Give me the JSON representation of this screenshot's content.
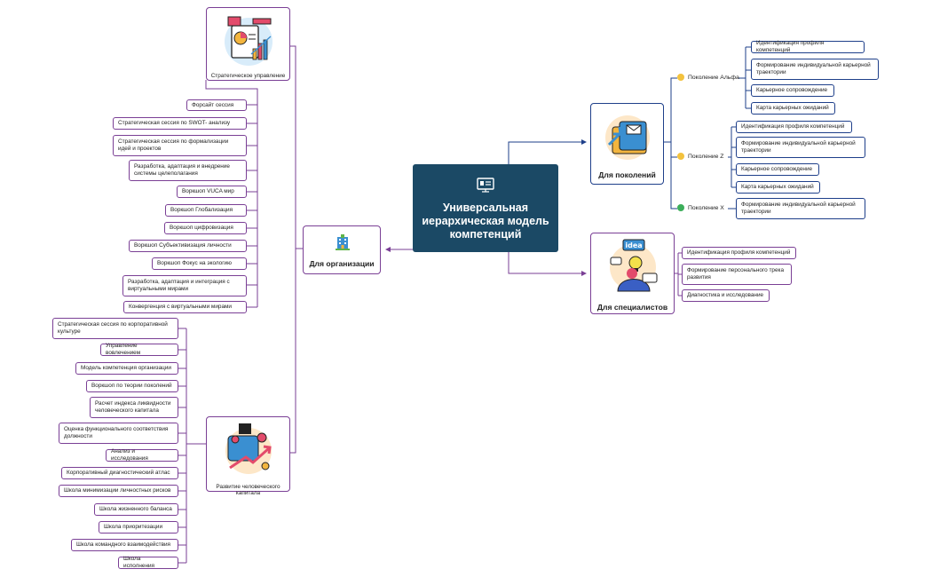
{
  "center": {
    "title": "Универсальная иерархическая модель компетенций"
  },
  "org": {
    "label": "Для организации",
    "strategic": {
      "label": "Стратегическое управление",
      "items": [
        "Форсайт сессия",
        "Стратегическая сессия по SWOT- анализу",
        "Стратегическая сессия по формализации идей и проектов",
        "Разработка, адаптация и внедрение системы целеполагания",
        "Воркшоп VUCA мир",
        "Воркшоп Глобализация",
        "Воркшоп цифровизация",
        "Воркшоп Субъективизация личности",
        "Воркшоп Фокус на экологию",
        "Разработка, адаптация и интеграция с виртуальными мирами",
        "Конвергенция с виртуальными мирами"
      ]
    },
    "human": {
      "label": "Развитие человеческого капитала",
      "items": [
        "Стратегическая сессия по корпоративной культуре",
        "Управление вовлечением",
        "Модель компетенция организации",
        "Воркшоп по теории поколений",
        "Расчет индекса ликвидности человеческого капитала",
        "Оценка функционального соответствия должности",
        "Анализ и исследования",
        "Корпоративный диагностический атлас",
        "Школа минимизации личностных рисков",
        "Школа жизненного баланса",
        "Школа приоритезации",
        "Школа командного взаимодействия",
        "Школа исполнения"
      ]
    }
  },
  "generations": {
    "label": "Для поколений",
    "groups": [
      {
        "name": "Поколение Альфа",
        "items": [
          "Идентификация профиля компетенций",
          "Формирование индивидуальной карьерной траектории",
          "Карьерное сопровождение",
          "Карта карьерных ожиданий"
        ]
      },
      {
        "name": "Поколение Z",
        "items": [
          "Идентификация профиля компетенций",
          "Формирование индивидуальной карьерной траектории",
          "Карьерное сопровождение",
          "Карта карьерных ожиданий"
        ]
      },
      {
        "name": "Поколение X",
        "items": [
          "Формирование индивидуальной карьерной траектории"
        ]
      }
    ]
  },
  "specialists": {
    "label": "Для специалистов",
    "items": [
      "Идентификация профиля компетенций",
      "Формирование персонального трека развития",
      "Диагностика и исследование"
    ]
  },
  "colors": {
    "center": "#1b4965",
    "purple": "#7a3f95",
    "blue": "#1e3f8a"
  },
  "icons": {
    "center": "presentation-icon",
    "org": "office-building-icon",
    "strategic": "strategy-chart-illustration",
    "human": "growth-puzzle-illustration",
    "generations": "folder-mail-illustration",
    "specialists": "idea-person-illustration",
    "gen_alpha": "smile-emoji-icon",
    "gen_z": "smile-emoji-icon",
    "gen_x": "check-badge-icon"
  }
}
